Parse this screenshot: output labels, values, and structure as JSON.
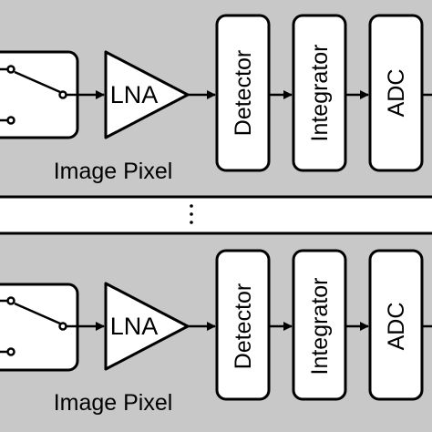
{
  "colors": {
    "panel_fill": "#c8c8c8",
    "block_fill": "#ffffff",
    "stroke": "#000000",
    "background": "#ffffff"
  },
  "ellipsis": "⋮",
  "pixels": [
    {
      "caption": "Image Pixel",
      "switch_icon": "spst-switch-icon",
      "blocks": {
        "lna": "LNA",
        "detector": "Detector",
        "integrator": "Integrator",
        "adc": "ADC"
      }
    },
    {
      "caption": "Image Pixel",
      "switch_icon": "spst-switch-icon",
      "blocks": {
        "lna": "LNA",
        "detector": "Detector",
        "integrator": "Integrator",
        "adc": "ADC"
      }
    }
  ]
}
